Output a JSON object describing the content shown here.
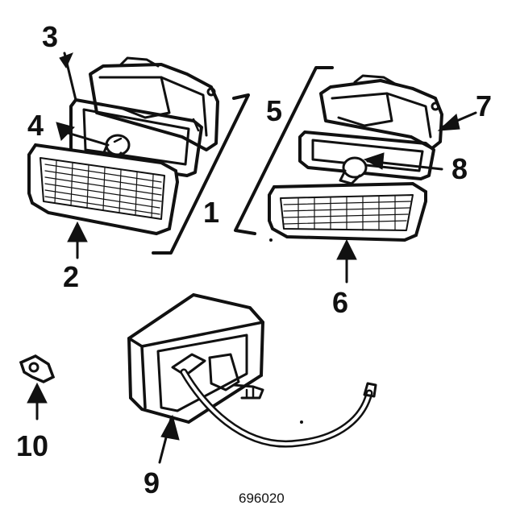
{
  "diagram": {
    "part_number": "696020",
    "callouts": [
      {
        "id": "1",
        "label": "1"
      },
      {
        "id": "2",
        "label": "2"
      },
      {
        "id": "3",
        "label": "3"
      },
      {
        "id": "4",
        "label": "4"
      },
      {
        "id": "5",
        "label": "5"
      },
      {
        "id": "6",
        "label": "6"
      },
      {
        "id": "7",
        "label": "7"
      },
      {
        "id": "8",
        "label": "8"
      },
      {
        "id": "9",
        "label": "9"
      },
      {
        "id": "10",
        "label": "10"
      }
    ],
    "colors": {
      "ink": "#111111",
      "paper": "#ffffff"
    }
  }
}
